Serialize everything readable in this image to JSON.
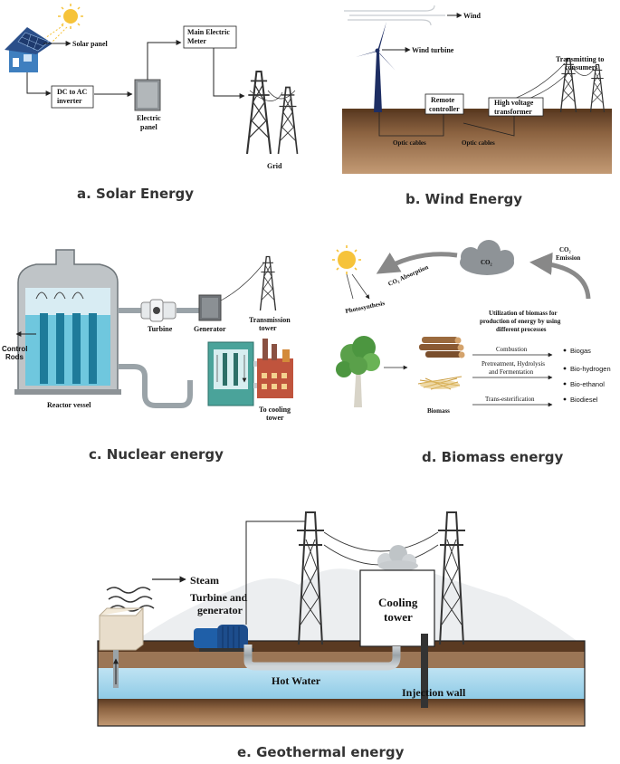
{
  "solar": {
    "solar_panel": "Solar panel",
    "dc_ac_1": "DC to AC",
    "dc_ac_2": "inverter",
    "electric_panel_1": "Electric",
    "electric_panel_2": "panel",
    "meter_1": "Main Electric",
    "meter_2": "Meter",
    "grid": "Grid",
    "caption": "a. Solar Energy"
  },
  "wind": {
    "wind": "Wind",
    "turbine": "Wind turbine",
    "transmitting_1": "Transmitting to",
    "transmitting_2": "consumers",
    "remote_1": "Remote",
    "remote_2": "controller",
    "transformer_1": "High voltage",
    "transformer_2": "transformer",
    "optic_1": "Optic cables",
    "optic_2": "Optic cables",
    "caption": "b. Wind Energy"
  },
  "nuclear": {
    "turbine": "Turbine",
    "generator": "Generator",
    "transmission_1": "Transmission",
    "transmission_2": "tower",
    "control_1": "Control",
    "control_2": "Rods",
    "reactor": "Reactor vessel",
    "cooling_1": "To cooling",
    "cooling_2": "tower",
    "caption": "c.  Nuclear energy"
  },
  "biomass": {
    "co2_cloud": "CO₂",
    "co2_emission_1": "CO₂",
    "co2_emission_2": "Emission",
    "co2_absorption": "CO₂ Absorption",
    "photosynthesis": "Photosynthesis",
    "util_1": "Utilization of biomass for",
    "util_2": "production of energy by using",
    "util_3": "different processes",
    "combustion": "Combustion",
    "pretreatment_1": "Pretreatment, Hydrolysis",
    "pretreatment_2": "and Fermentation",
    "trans": "Trans-esterification",
    "biomass": "Biomass",
    "products": [
      "Biogas",
      "Bio-hydrogen",
      "Bio-ethanol",
      "Biodiesel"
    ],
    "caption": "d. Biomass energy"
  },
  "geo": {
    "steam": "Steam",
    "turbine_1": "Turbine and",
    "turbine_2": "generator",
    "cooling_1": "Cooling",
    "cooling_2": "tower",
    "hot_water": "Hot Water",
    "injection": "Injection wall",
    "caption": "e. Geothermal energy"
  }
}
